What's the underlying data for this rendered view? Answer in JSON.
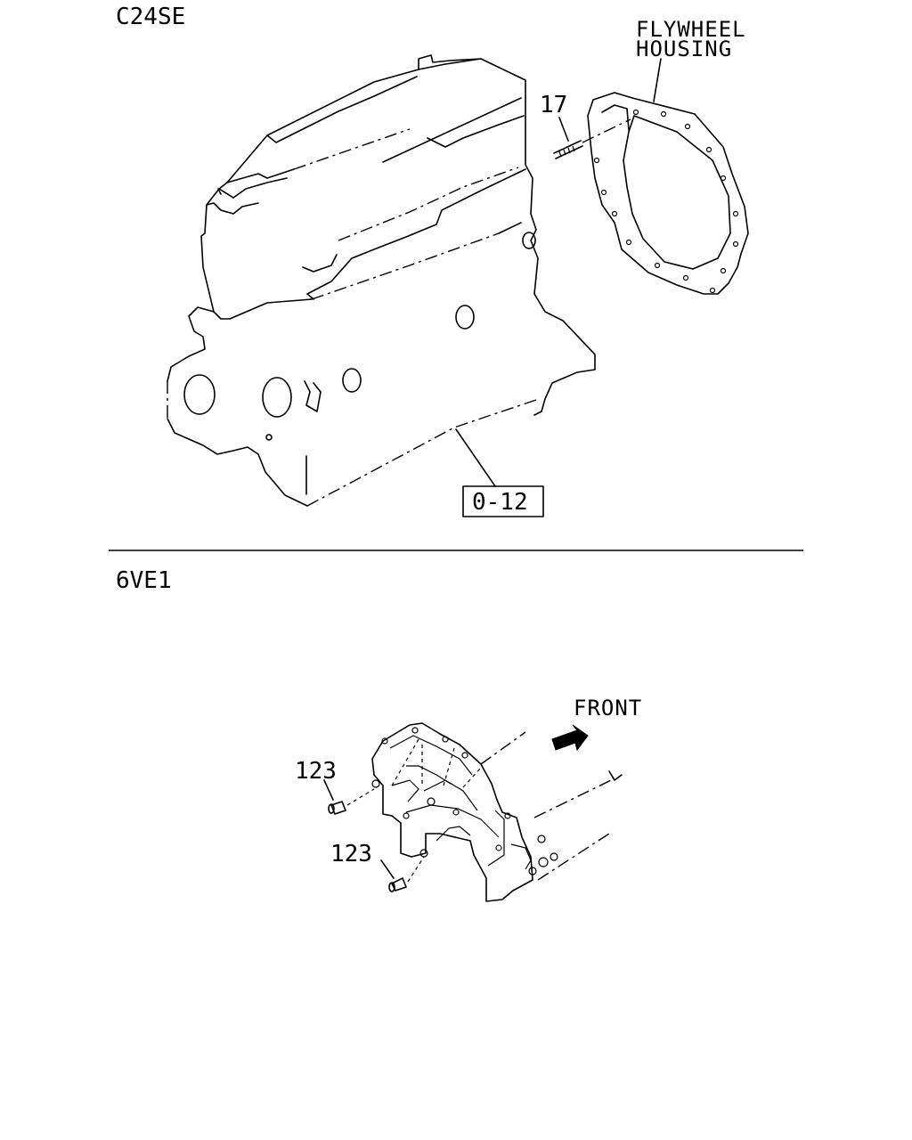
{
  "sections": [
    {
      "model": "C24SE",
      "callouts": {
        "housing_label_line1": "FLYWHEEL",
        "housing_label_line2": "HOUSING",
        "part_stud": "17",
        "reference_box": "0-12"
      }
    },
    {
      "model": "6VE1",
      "callouts": {
        "direction": "FRONT",
        "part_dowel_upper": "123",
        "part_dowel_lower": "123"
      }
    }
  ]
}
